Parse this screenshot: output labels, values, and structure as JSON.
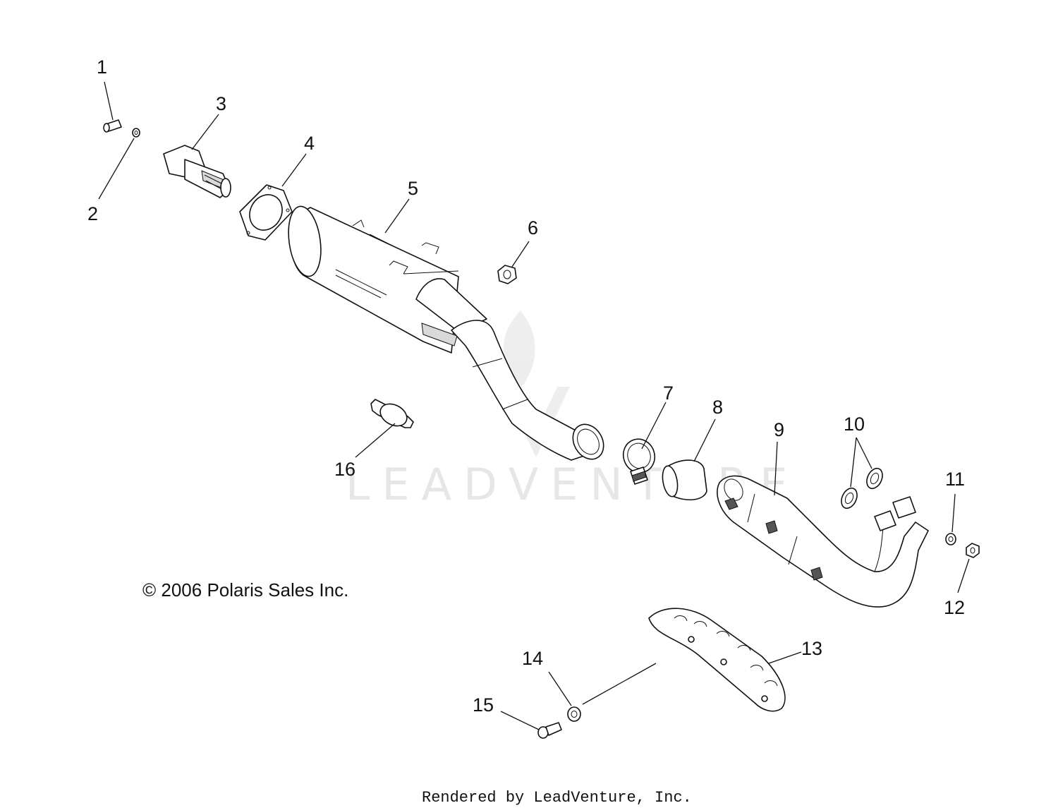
{
  "diagram": {
    "callouts": [
      "1",
      "2",
      "3",
      "4",
      "5",
      "6",
      "7",
      "8",
      "9",
      "10",
      "11",
      "12",
      "13",
      "14",
      "15",
      "16"
    ],
    "copyright": "© 2006 Polaris Sales Inc.",
    "watermark": "LEADVENTURE",
    "footer": "Rendered by LeadVenture, Inc."
  }
}
